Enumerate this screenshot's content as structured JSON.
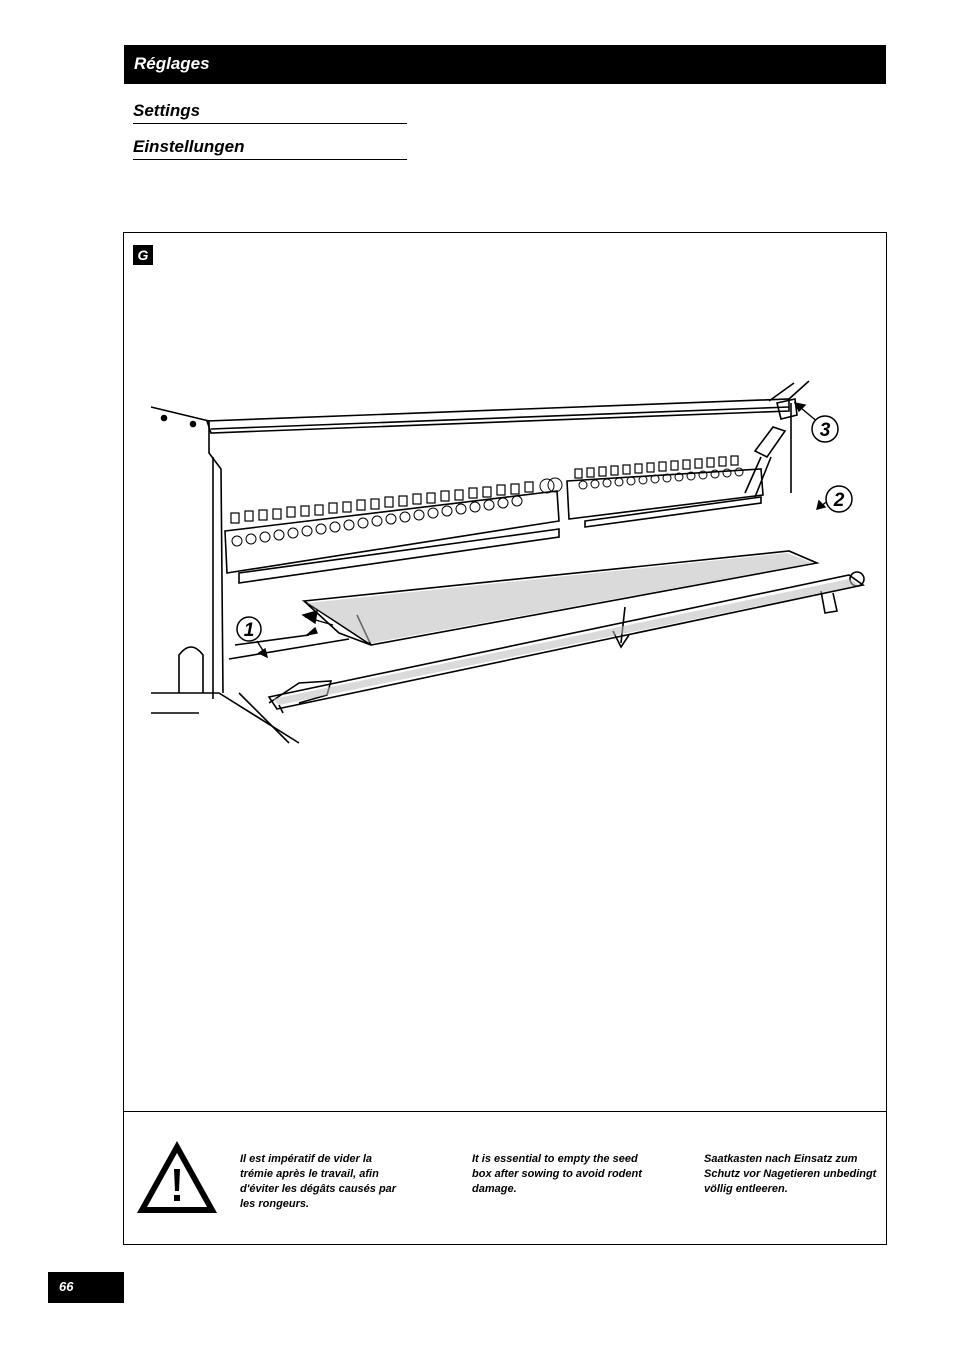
{
  "header": {
    "title": "Réglages"
  },
  "subtitles": [
    "Settings",
    "Einstellungen"
  ],
  "figure": {
    "label": "G",
    "callouts": [
      "1",
      "2",
      "3"
    ]
  },
  "warning": {
    "icon": "warning-triangle-icon",
    "fr": "Il est impératif de vider la trémie après le travail, afin d'éviter les dégâts causés par les rongeurs.",
    "en": "It is essential to empty the seed box after sowing to avoid rodent damage.",
    "de": "Saatkasten nach Einsatz zum Schutz vor Nagetieren unbedingt völlig entleeren."
  },
  "page": {
    "number": "66"
  }
}
